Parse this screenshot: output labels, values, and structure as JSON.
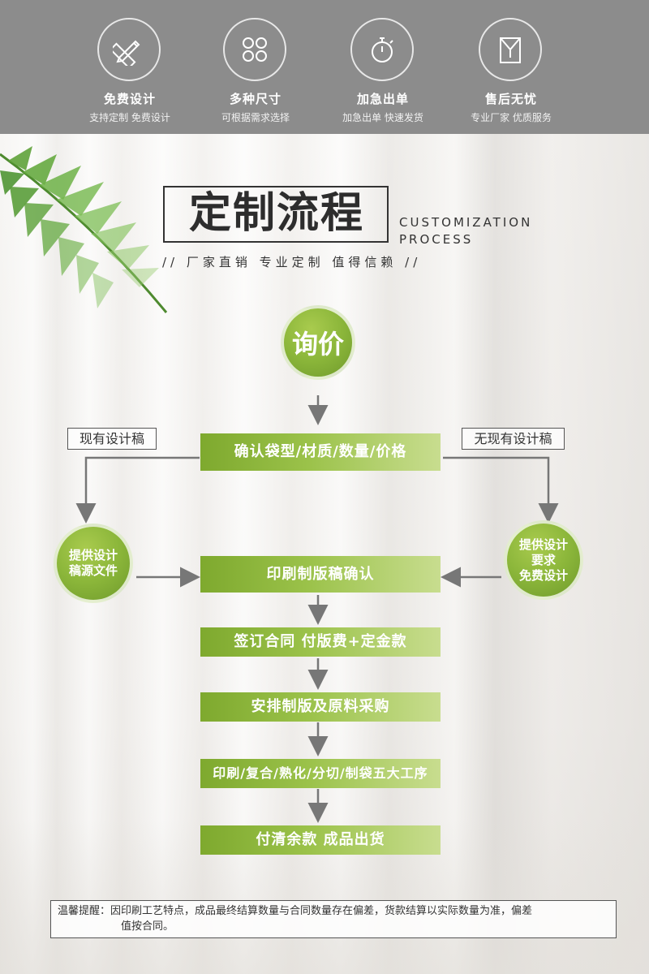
{
  "features": [
    {
      "icon": "pencil-ruler-icon",
      "title": "免费设计",
      "subtitle": "支持定制 免费设计"
    },
    {
      "icon": "four-circles-icon",
      "title": "多种尺寸",
      "subtitle": "可根据需求选择"
    },
    {
      "icon": "stopwatch-icon",
      "title": "加急出单",
      "subtitle": "加急出单 快速发货"
    },
    {
      "icon": "shopping-bag-icon",
      "title": "售后无忧",
      "subtitle": "专业厂家 优质服务"
    }
  ],
  "title": {
    "zh": "定制流程",
    "en_line1": "CUSTOMIZATION",
    "en_line2": "PROCESS",
    "tagline": "//  厂家直销  专业定制  值得信赖  //"
  },
  "flow": {
    "start": "询价",
    "left_branch_label": "现有设计稿",
    "right_branch_label": "无现有设计稿",
    "left_node": [
      "提供设计",
      "稿源文件"
    ],
    "right_node": [
      "提供设计",
      "要求",
      "免费设计"
    ],
    "steps": [
      "确认袋型/材质/数量/价格",
      "印刷制版稿确认",
      "签订合同 付版费+定金款",
      "安排制版及原料采购",
      "印刷/复合/熟化/分切/制袋五大工序",
      "付清余款 成品出货"
    ]
  },
  "note": {
    "line1": "温馨提醒：因印刷工艺特点，成品最终结算数量与合同数量存在偏差，货款结算以实际数量为准，偏差",
    "line2": "值按合同。"
  },
  "colors": {
    "topbar": "#8c8c8c",
    "green": "#8bb63a",
    "arrow": "#777777"
  }
}
